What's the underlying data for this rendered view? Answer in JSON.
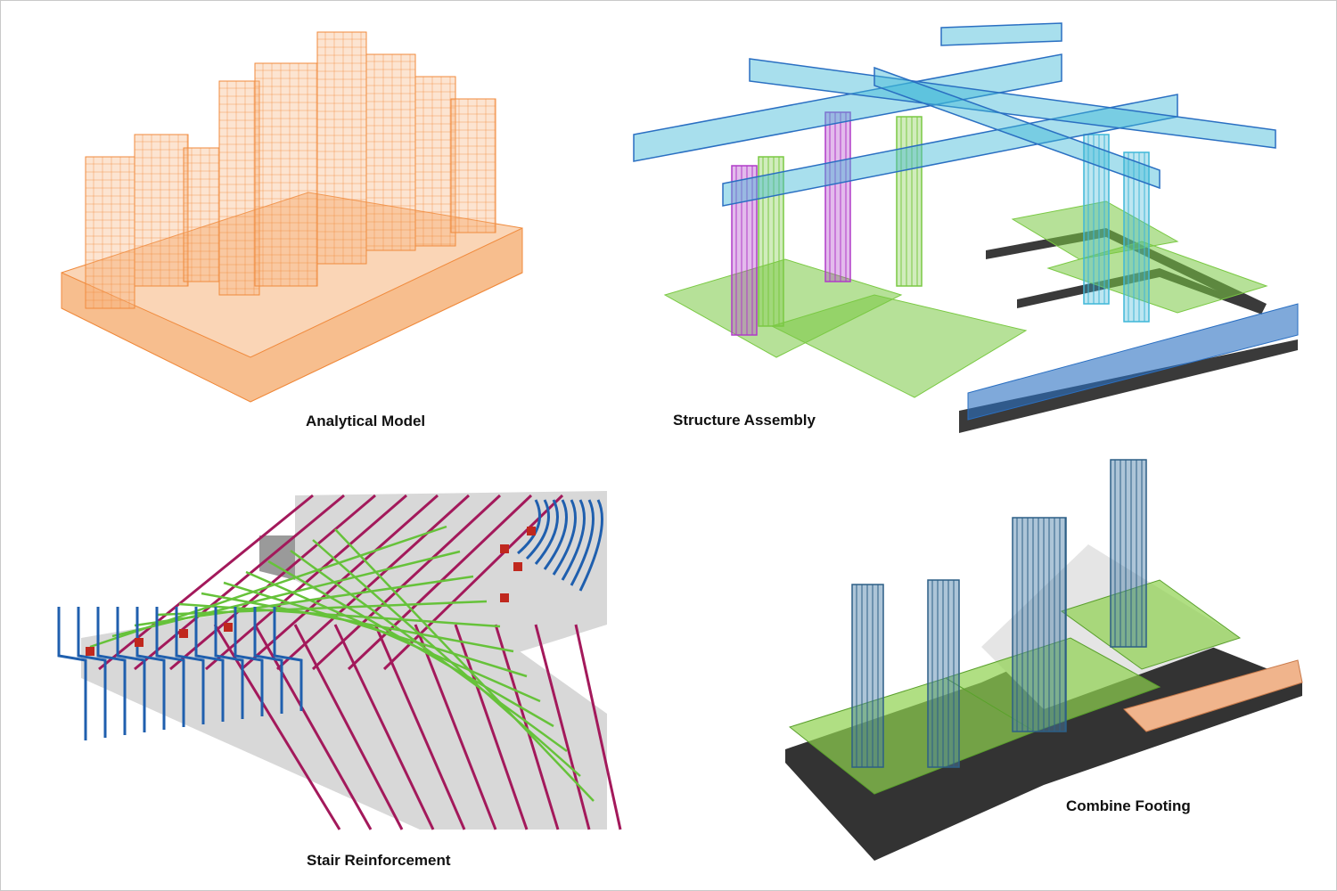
{
  "panels": [
    {
      "id": "analytical",
      "caption": "Analytical Model",
      "colors": {
        "frame": "#f08a3c",
        "fill": "#f6b27a"
      }
    },
    {
      "id": "structure",
      "caption": "Structure Assembly",
      "colors": {
        "cyan": "#3fb7d8",
        "blue": "#2a6fc2",
        "green": "#7ac943",
        "magenta": "#b03bc8",
        "slab": "#3a3a3a"
      }
    },
    {
      "id": "stair",
      "caption": "Stair Reinforcement",
      "colors": {
        "magenta": "#a3195b",
        "green": "#66c23a",
        "blue": "#1f5fae",
        "concrete": "#d8d8d8",
        "red": "#c0281e"
      }
    },
    {
      "id": "footing",
      "caption": "Combine Footing",
      "colors": {
        "green": "#8fd14f",
        "column": "#2d5f86",
        "peach": "#f0b48c",
        "slab": "#333333"
      }
    }
  ]
}
